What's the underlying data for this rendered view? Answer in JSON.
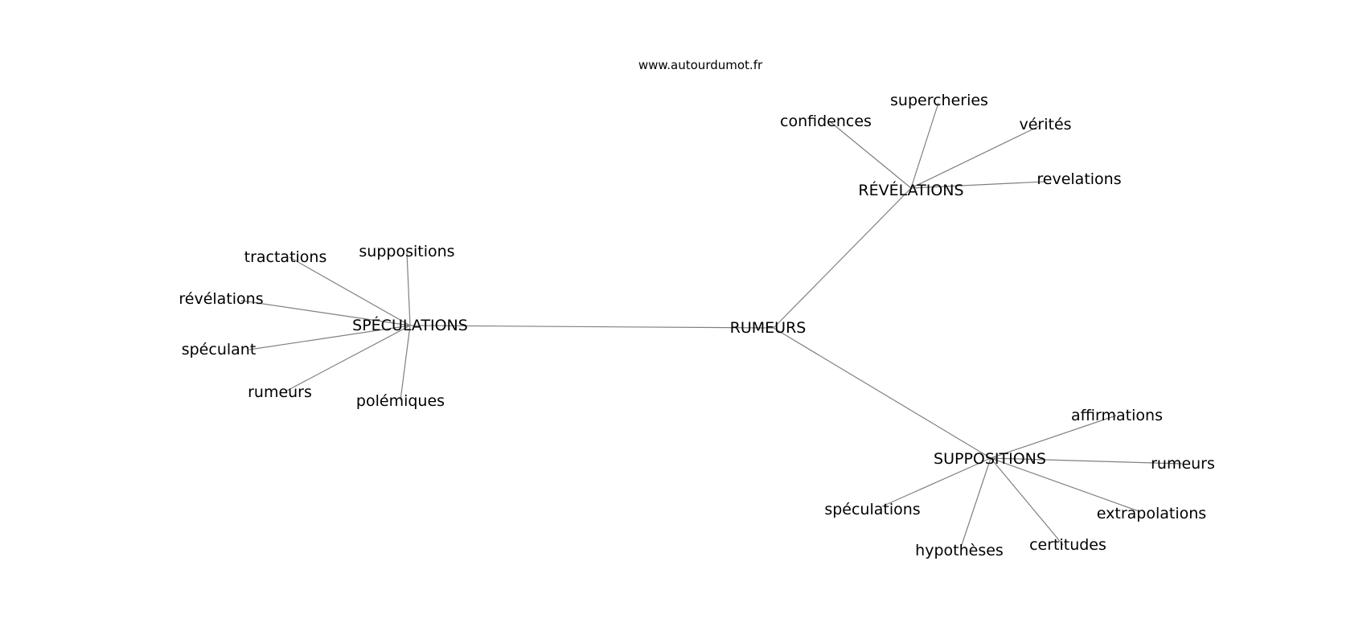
{
  "source": "www.autourdumot.fr",
  "root": "RUMEURS",
  "branches": [
    {
      "label": "RÉVÉLATIONS",
      "words": [
        "confidences",
        "supercheries",
        "vérités",
        "revelations"
      ]
    },
    {
      "label": "SPÉCULATIONS",
      "words": [
        "tractations",
        "suppositions",
        "révélations",
        "spéculant",
        "rumeurs",
        "polémiques"
      ]
    },
    {
      "label": "SUPPOSITIONS",
      "words": [
        "affirmations",
        "rumeurs",
        "extrapolations",
        "certitudes",
        "hypothèses",
        "spéculations"
      ]
    }
  ]
}
